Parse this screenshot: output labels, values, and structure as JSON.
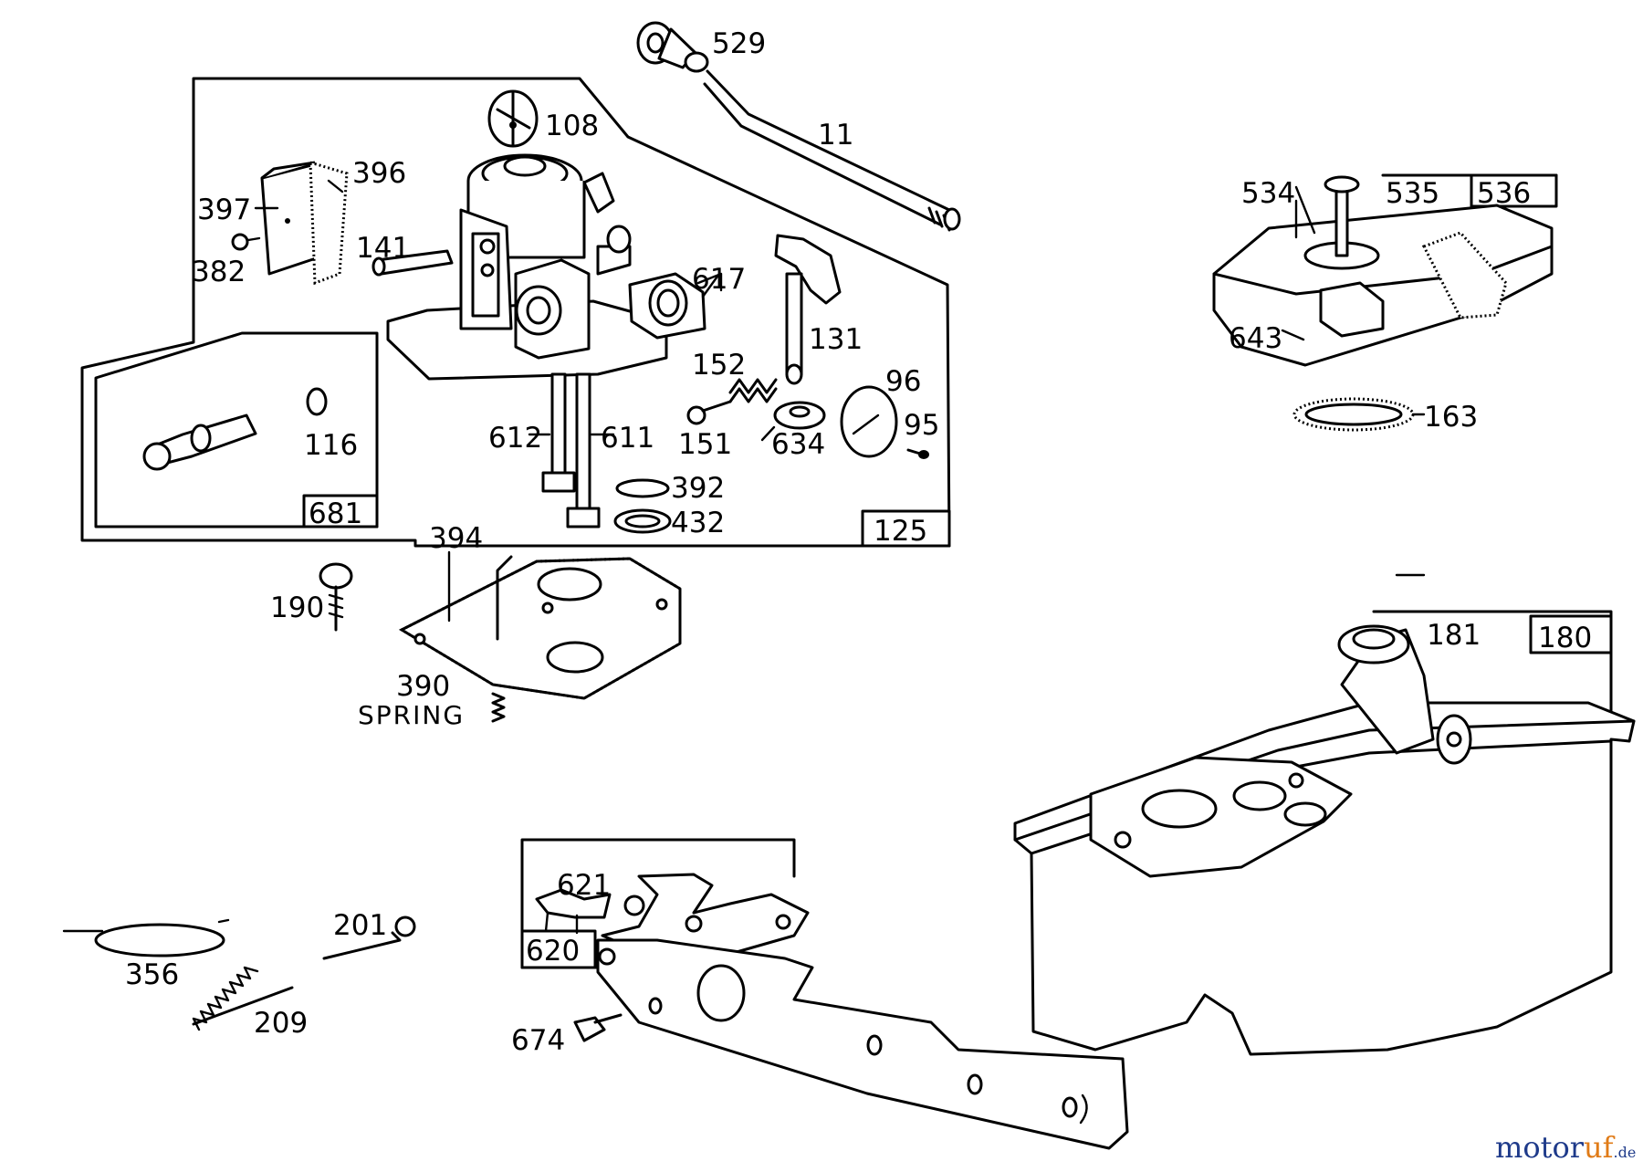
{
  "diagram": {
    "part_labels": {
      "p529": "529",
      "p11": "11",
      "p108": "108",
      "p396": "396",
      "p397": "397",
      "p382": "382",
      "p141": "141",
      "p617": "617",
      "p131": "131",
      "p152": "152",
      "p96": "96",
      "p95": "95",
      "p151": "151",
      "p634": "634",
      "p612": "612",
      "p611": "611",
      "p116": "116",
      "p392": "392",
      "p432": "432",
      "p394": "394",
      "p190": "190",
      "p390": "390",
      "spring": "SPRING",
      "p534": "534",
      "p535": "535",
      "p643": "643",
      "p163": "163",
      "p181": "181",
      "p621": "621",
      "p201": "201",
      "p356": "356",
      "p209": "209",
      "p674": "674"
    },
    "group_boxes": {
      "b681": "681",
      "b125": "125",
      "b536": "536",
      "b180": "180",
      "b620": "620"
    }
  },
  "watermark": {
    "part1": "motor",
    "part2": "uf",
    "part3": ".de"
  }
}
